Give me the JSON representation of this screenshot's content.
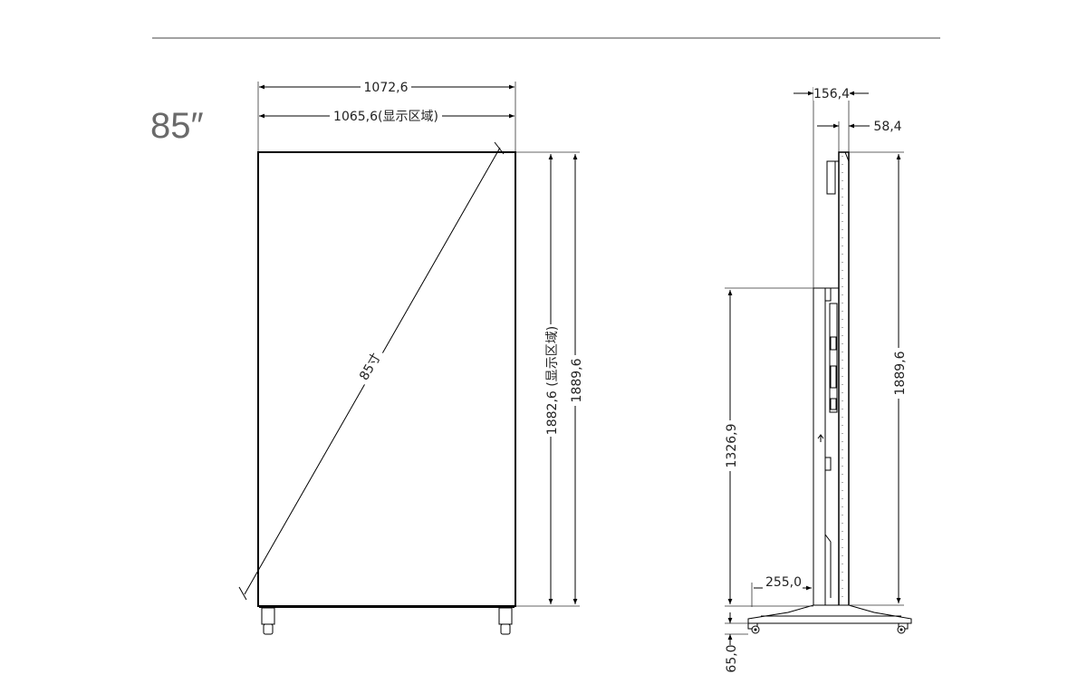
{
  "size_label": "85″",
  "front_view": {
    "width_total": "1072,6",
    "width_display": "1065,6(显示区域)",
    "height_display": "1882,6 (显示区域)",
    "height_total": "1889,6",
    "diagonal": "85寸"
  },
  "side_view": {
    "depth_total": "156,4",
    "depth_panel": "58,4",
    "height_total": "1889,6",
    "mount_height": "1326,9",
    "base_depth": "255,0",
    "caster_height": "65,0"
  },
  "colors": {
    "line": "#000000",
    "label": "#6a6a6a",
    "divider": "#444444"
  }
}
